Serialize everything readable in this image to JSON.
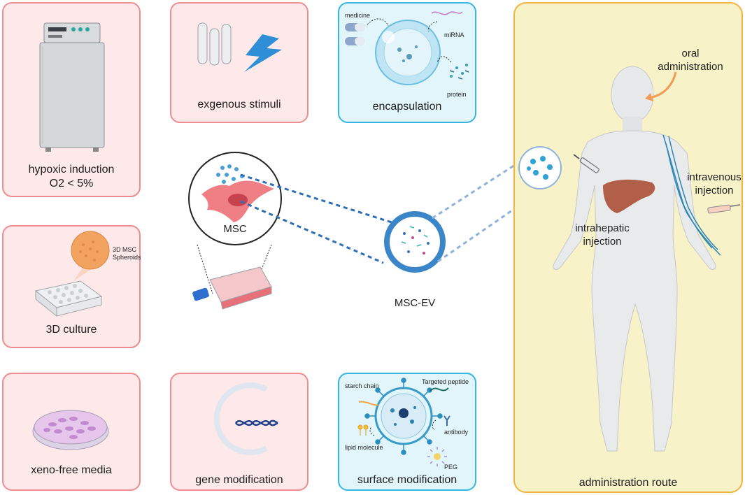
{
  "panels": {
    "hypoxic": {
      "line1": "hypoxic induction",
      "line2": "O2 < 5%"
    },
    "culture3d": {
      "label": "3D culture",
      "spheroid_line1": "3D MSC",
      "spheroid_line2": "Spheroids"
    },
    "xeno": {
      "label": "xeno-free media"
    },
    "exogenous": {
      "label": "exgenous stimuli"
    },
    "gene": {
      "label": "gene modification"
    },
    "encapsulation": {
      "label": "encapsulation",
      "medicine": "medicine",
      "mirna": "miRNA",
      "protein": "protein"
    },
    "surface": {
      "label": "surface modification",
      "starch": "starch chain",
      "peptide": "Targeted peptide",
      "antibody": "antibody",
      "lipid": "lipid molecule",
      "peg": "PEG"
    },
    "admin": {
      "label": "administration route",
      "oral_line1": "oral",
      "oral_line2": "administration",
      "iv_line1": "intravenous",
      "iv_line2": "injection",
      "ih_line1": "intrahepatic",
      "ih_line2": "injection"
    }
  },
  "center": {
    "msc": "MSC",
    "msc_ev": "MSC-EV"
  },
  "colors": {
    "pink_border": "#ee8c8f",
    "pink_fill": "#fde9ea",
    "blue_border": "#35b6e3",
    "blue_fill": "#e2f5fb",
    "yellow_border": "#f2b33f",
    "yellow_fill": "#f8f2c8",
    "ev_blue": "#3a86c8"
  }
}
